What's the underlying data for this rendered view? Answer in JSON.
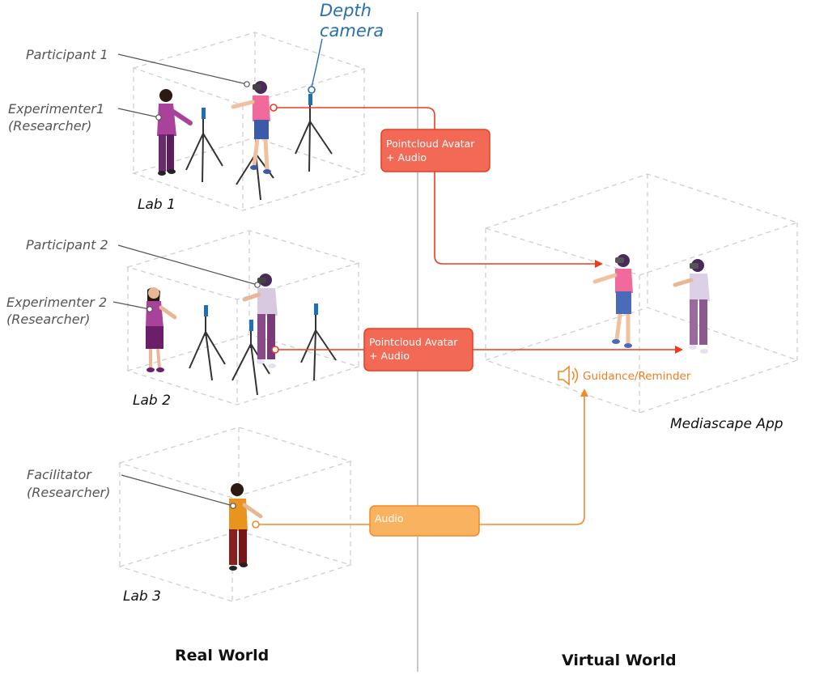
{
  "labels": {
    "depth_camera_line1": "Depth",
    "depth_camera_line2": "camera",
    "participant1": "Participant 1",
    "experimenter1_line1": "Experimenter1",
    "experimenter1_line2": "(Researcher)",
    "lab1": "Lab 1",
    "participant2": "Participant 2",
    "experimenter2_line1": "Experimenter 2",
    "experimenter2_line2": "(Researcher)",
    "lab2": "Lab 2",
    "facilitator_line1": "Facilitator",
    "facilitator_line2": "(Researcher)",
    "lab3": "Lab 3",
    "mediascape_app": "Mediascape App",
    "guidance_reminder": "Guidance/Reminder",
    "real_world": "Real World",
    "virtual_world": "Virtual World"
  },
  "streams": [
    {
      "line1": "Pointcloud Avatar",
      "line2": "+ Audio"
    },
    {
      "line1": "Pointcloud Avatar",
      "line2": "+ Audio"
    },
    {
      "line1": "Audio",
      "line2": ""
    }
  ],
  "colors": {
    "avatar_stream": "#ee3a1e",
    "avatar_box": "#f26a55",
    "audio_stream": "#f08a2a",
    "audio_box": "#f9b25f",
    "depth_camera": "#2a6fb0",
    "divider": "#c8c8c8"
  },
  "icons": {
    "guidance": "speaker-icon"
  }
}
